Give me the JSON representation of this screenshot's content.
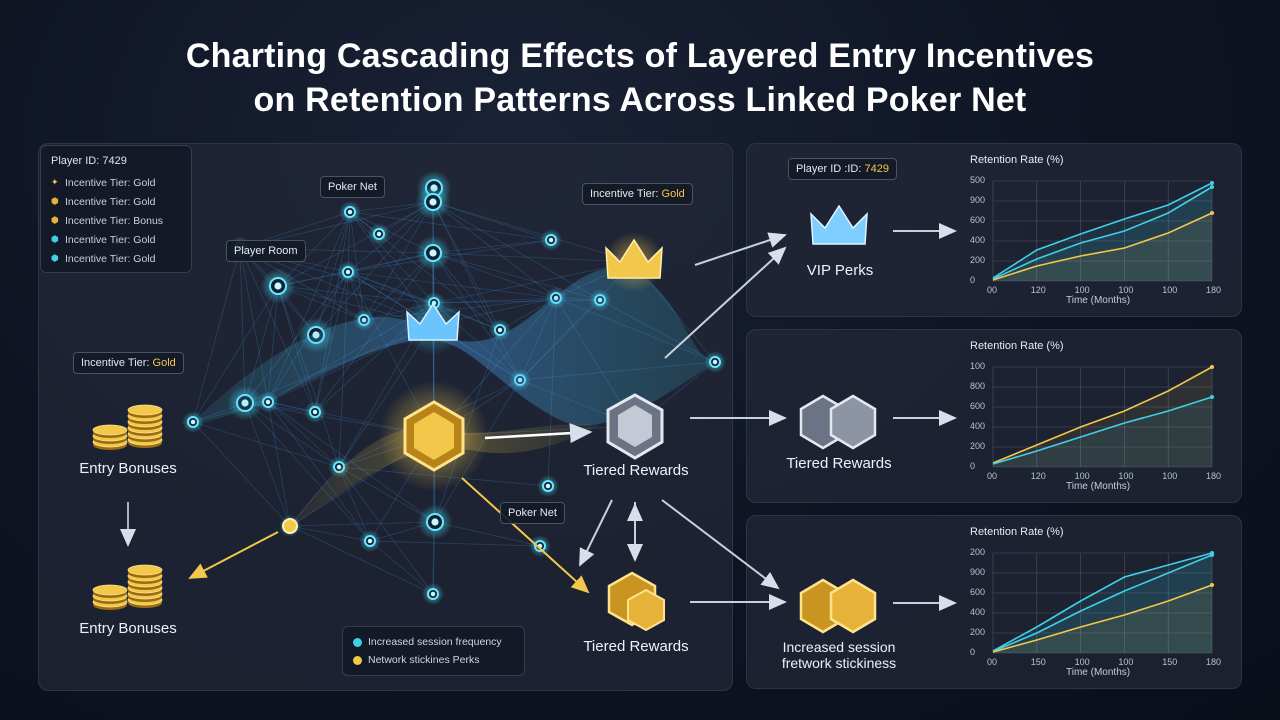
{
  "title_line1": "Charting Cascading Effects of Layered Entry Incentives",
  "title_line2": "on Retention Patterns Across Linked Poker Net",
  "legend": {
    "header": "Player ID: 7429",
    "items": [
      {
        "label": "Incentive Tier: Gold",
        "color": "#f2c84b",
        "icon": "sparkle-icon"
      },
      {
        "label": "Incentive Tier: Gold",
        "color": "#e6b23a",
        "icon": "hexagon-icon"
      },
      {
        "label": "Incentive Tier: Bonus",
        "color": "#e6b23a",
        "icon": "hexagon-icon"
      },
      {
        "label": "Incentive Tier: Gold",
        "color": "#3fd0e6",
        "icon": "hexagon-icon"
      },
      {
        "label": "Incentive Tier: Gold",
        "color": "#3fd0e6",
        "icon": "hexagon-icon"
      }
    ]
  },
  "tags": {
    "poker_net_top": "Poker Net",
    "player_room": "Player Room",
    "incentive_tier_prefix": "Incentive Tier: ",
    "incentive_tier_value": "Gold",
    "incentive_left_prefix": "Incentive Tier: ",
    "incentive_left_value": "Gold",
    "poker_net_mid": "Poker Net",
    "player_id_prefix": "Player ID :ID: ",
    "player_id_value": "7429"
  },
  "nodes": {
    "entry_bonuses_1": "Entry Bonuses",
    "entry_bonuses_2": "Entry Bonuses",
    "tiered_rewards_center": "Tiered Rewards",
    "tiered_rewards_bottom": "Tiered Rewards",
    "vip_perks": "VIP Perks",
    "tiered_rewards_right": "Tiered Rewards",
    "increased_session_line1": "Increased session",
    "increased_session_line2": "fretwork stickiness"
  },
  "bottom_legend": [
    {
      "label": "Increased session frequency",
      "color": "#3fd0e6"
    },
    {
      "label": "Network stickines Perks",
      "color": "#f2c84b"
    }
  ],
  "colors": {
    "teal": "#3fd0e6",
    "gold": "#f2c84b",
    "blue": "#4fa8ff"
  },
  "chart_data": [
    {
      "type": "area",
      "title": "Retention Rate (%)",
      "xlabel": "Time (Months)",
      "x_ticks": [
        "00",
        "120",
        "100",
        "100",
        "100",
        "180"
      ],
      "y_ticks": [
        "500",
        "900",
        "600",
        "400",
        "200",
        "0"
      ],
      "ylim": [
        0,
        1000
      ],
      "series": [
        {
          "color": "#3fd0e6",
          "values": [
            30,
            310,
            470,
            620,
            760,
            980
          ]
        },
        {
          "color": "#3fd0e6",
          "values": [
            20,
            220,
            380,
            500,
            680,
            940
          ]
        },
        {
          "color": "#f2c84b",
          "values": [
            10,
            150,
            250,
            330,
            480,
            680
          ]
        }
      ]
    },
    {
      "type": "area",
      "title": "Retention Rate (%)",
      "xlabel": "Time (Months)",
      "x_ticks": [
        "00",
        "120",
        "100",
        "100",
        "100",
        "180"
      ],
      "y_ticks": [
        "100",
        "800",
        "600",
        "400",
        "200",
        "0"
      ],
      "ylim": [
        0,
        1000
      ],
      "series": [
        {
          "color": "#f2c84b",
          "values": [
            40,
            220,
            400,
            560,
            760,
            1000
          ]
        },
        {
          "color": "#3fd0e6",
          "values": [
            30,
            160,
            300,
            440,
            560,
            700
          ]
        }
      ]
    },
    {
      "type": "area",
      "title": "Retention Rate (%)",
      "xlabel": "Time (Months)",
      "x_ticks": [
        "00",
        "150",
        "100",
        "100",
        "150",
        "180"
      ],
      "y_ticks": [
        "200",
        "900",
        "600",
        "400",
        "200",
        "0"
      ],
      "ylim": [
        0,
        1000
      ],
      "series": [
        {
          "color": "#3fd0e6",
          "values": [
            20,
            260,
            520,
            760,
            880,
            1000
          ]
        },
        {
          "color": "#3fd0e6",
          "values": [
            15,
            200,
            420,
            620,
            800,
            980
          ]
        },
        {
          "color": "#f2c84b",
          "values": [
            10,
            130,
            260,
            380,
            520,
            680
          ]
        }
      ]
    }
  ]
}
